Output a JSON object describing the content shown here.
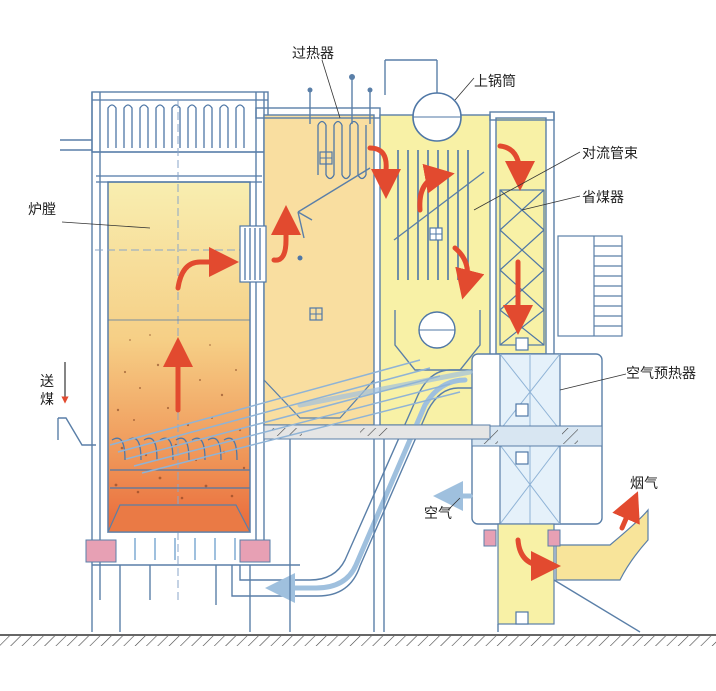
{
  "labels": {
    "superheater": "过热器",
    "upper_drum": "上锅筒",
    "convection_bank": "对流管束",
    "economizer": "省煤器",
    "furnace": "炉膛",
    "coal_feed_1": "送",
    "coal_feed_2": "煤",
    "air_preheater": "空气预热器",
    "air": "空气",
    "flue_gas": "烟气"
  },
  "colors": {
    "furnace_top": "#f8eeb0",
    "furnace_bottom": "#e9693a",
    "chamber_fill": "#f9dea0",
    "pass_fill": "#f8f1a6",
    "steel": "#5a7fa8",
    "hot_arrow": "#e24a2f",
    "air_flow": "#9fc0de",
    "foundation": "#e7a0b4"
  }
}
